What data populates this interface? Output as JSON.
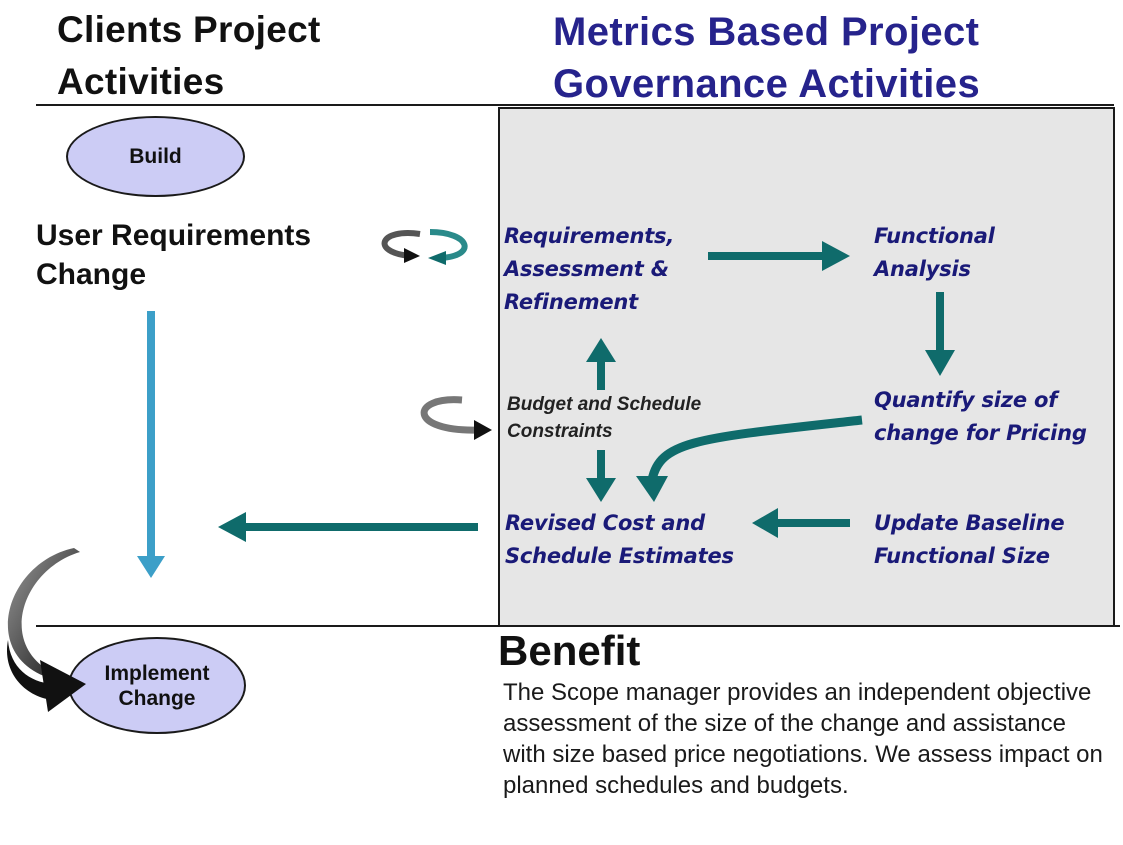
{
  "header": {
    "left_line1": "Clients Project",
    "left_line2": "Activities",
    "right_line1": "Metrics Based Project",
    "right_line2": "Governance Activities"
  },
  "clients": {
    "build_label": "Build",
    "urc_line1": "User Requirements",
    "urc_line2": "Change",
    "implement_line1": "Implement",
    "implement_line2": "Change"
  },
  "governance": {
    "req_line1": "Requirements,",
    "req_line2": "Assessment &",
    "req_line3": "Refinement",
    "func_line1": "Functional",
    "func_line2": "Analysis",
    "quant_line1": "Quantify size of",
    "quant_line2": "change for Pricing",
    "budget_line1": "Budget and Schedule",
    "budget_line2": "Constraints",
    "revised_line1": "Revised Cost and",
    "revised_line2": "Schedule Estimates",
    "update_line1": "Update Baseline",
    "update_line2": "Functional Size"
  },
  "benefit": {
    "title": "Benefit",
    "text": "The Scope manager provides an independent objective assessment of the size of the change and assistance with size based price negotiations. We assess impact on planned schedules and budgets."
  },
  "colors": {
    "teal_arrow": "#0f6b6b",
    "blue_arrow": "#3c9fc8",
    "heading_blue": "#26238c",
    "step_text": "#1a1a78",
    "ellipse_fill": "#ccccf5",
    "panel_fill": "#e6e6e6"
  }
}
